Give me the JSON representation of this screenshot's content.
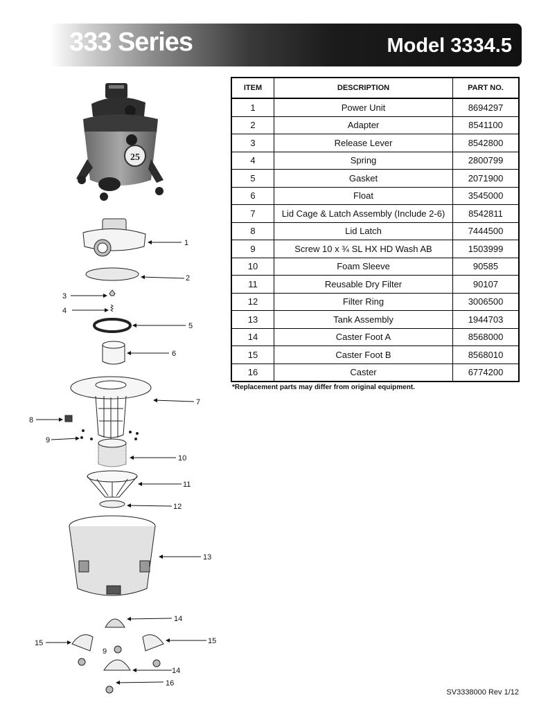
{
  "header": {
    "series": "333 Series",
    "model": "Model 3334.5"
  },
  "table": {
    "headers": [
      "ITEM",
      "DESCRIPTION",
      "PART NO."
    ],
    "rows": [
      [
        "1",
        "Power Unit",
        "8694297"
      ],
      [
        "2",
        "Adapter",
        "8541100"
      ],
      [
        "3",
        "Release Lever",
        "8542800"
      ],
      [
        "4",
        "Spring",
        "2800799"
      ],
      [
        "5",
        "Gasket",
        "2071900"
      ],
      [
        "6",
        "Float",
        "3545000"
      ],
      [
        "7",
        "Lid Cage & Latch Assembly (Include 2-6)",
        "8542811"
      ],
      [
        "8",
        "Lid Latch",
        "7444500"
      ],
      [
        "9",
        "Screw 10 x ¾  SL HX HD Wash AB",
        "1503999"
      ],
      [
        "10",
        "Foam Sleeve",
        "90585"
      ],
      [
        "11",
        "Reusable Dry Filter",
        "90107"
      ],
      [
        "12",
        "Filter Ring",
        "3006500"
      ],
      [
        "13",
        "Tank Assembly",
        "1944703"
      ],
      [
        "14",
        "Caster Foot A",
        "8568000"
      ],
      [
        "15",
        "Caster Foot B",
        "8568010"
      ],
      [
        "16",
        "Caster",
        "6774200"
      ]
    ]
  },
  "note": "*Replacement parts may differ from original equipment.",
  "footer": "SV3338000 Rev 1/12",
  "diagram": {
    "badge": "25",
    "callouts": [
      "1",
      "2",
      "3",
      "4",
      "5",
      "6",
      "7",
      "8",
      "9",
      "10",
      "11",
      "12",
      "13",
      "14",
      "15",
      "15",
      "9",
      "14",
      "16"
    ]
  }
}
